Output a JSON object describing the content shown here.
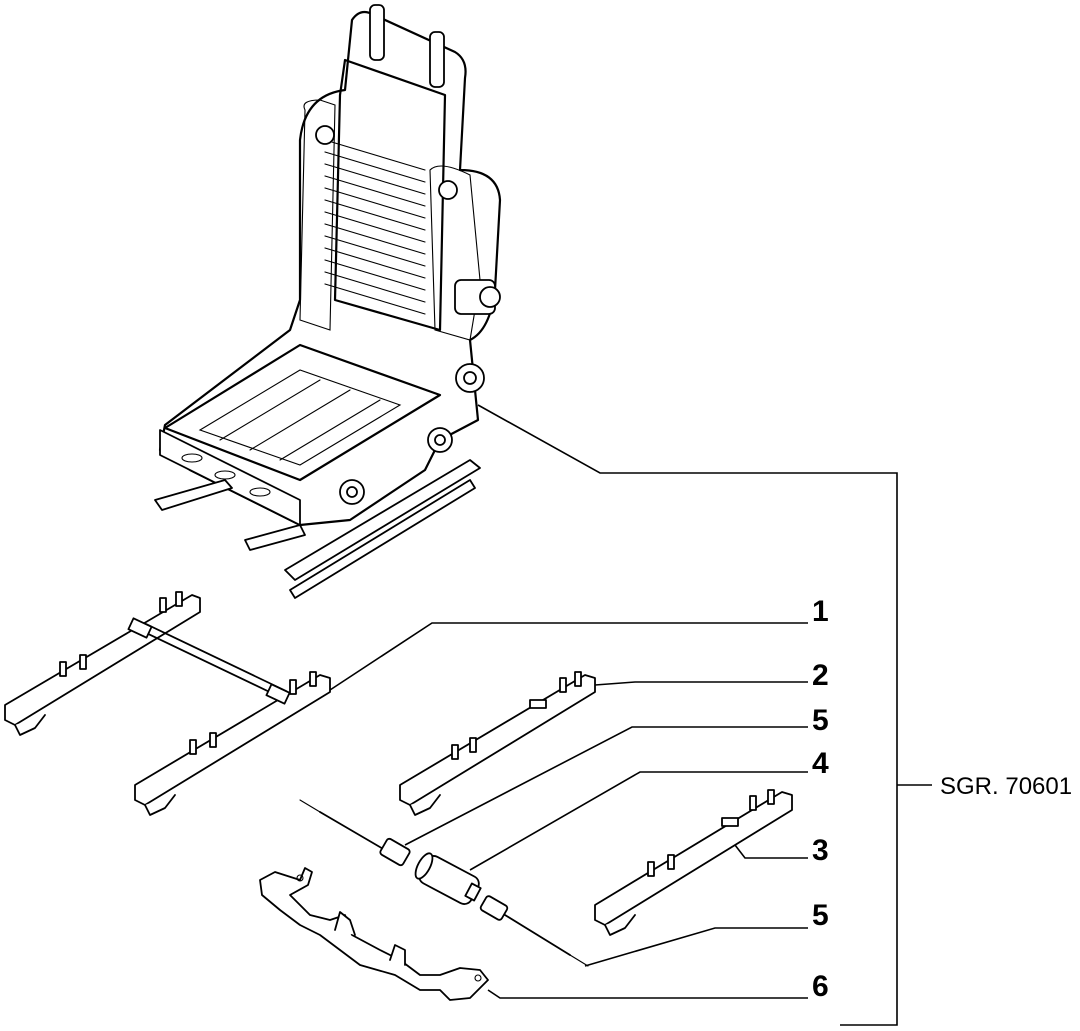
{
  "diagram": {
    "reference_code": "SGR. 70601",
    "callouts": [
      {
        "id": "c1",
        "label": "1"
      },
      {
        "id": "c2",
        "label": "2"
      },
      {
        "id": "c5a",
        "label": "5"
      },
      {
        "id": "c4",
        "label": "4"
      },
      {
        "id": "c3",
        "label": "3"
      },
      {
        "id": "c5b",
        "label": "5"
      },
      {
        "id": "c6",
        "label": "6"
      }
    ]
  },
  "colors": {
    "line": "#000000",
    "background": "#ffffff"
  }
}
